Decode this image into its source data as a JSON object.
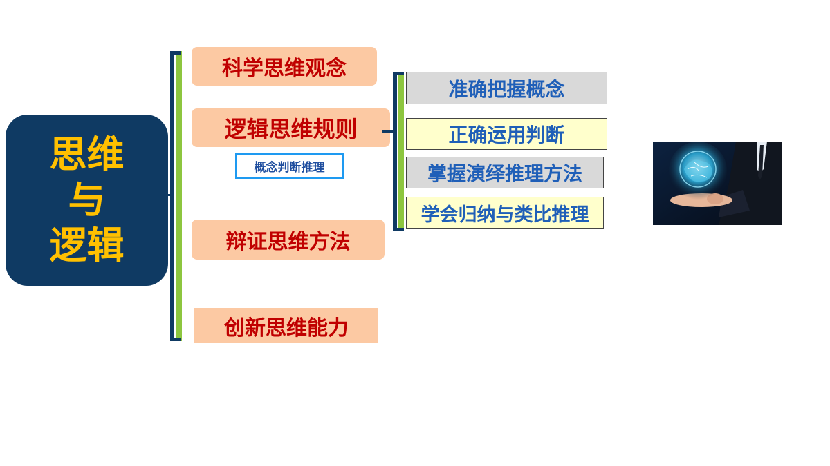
{
  "root": {
    "line1": "思维",
    "line2": "与",
    "line3": "逻辑"
  },
  "branches": [
    {
      "label": "科学思维观念"
    },
    {
      "label": "逻辑思维规则"
    },
    {
      "label": "辩证思维方法"
    },
    {
      "label": "创新思维能力"
    }
  ],
  "subnote": "概念判断推理",
  "sub_items": [
    {
      "label": "准确把握概念"
    },
    {
      "label": "正确运用判断"
    },
    {
      "label": "掌握演绎推理方法"
    },
    {
      "label": "学会归纳与类比推理"
    }
  ],
  "colors": {
    "root_bg": "#0f3a63",
    "root_text": "#ffc000",
    "branch_bg": "#fcc9a3",
    "branch_text": "#c00000",
    "sub_text": "#1f5fb8",
    "bracket_green": "#8dc63f"
  }
}
